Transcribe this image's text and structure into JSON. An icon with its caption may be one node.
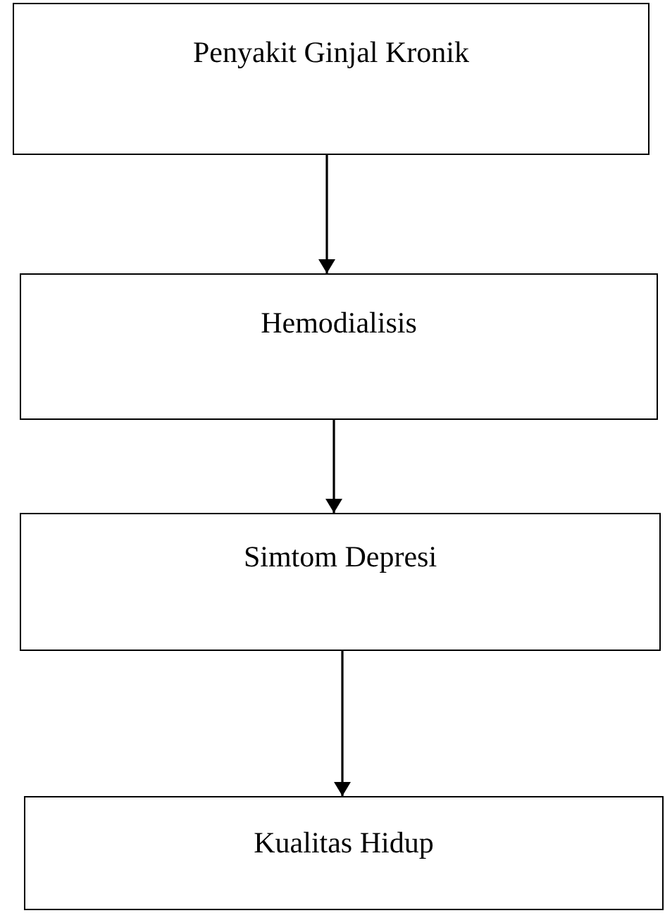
{
  "diagram": {
    "nodes": [
      {
        "text": [
          "Penyakit Ginjal Kronik"
        ]
      },
      {
        "text": [
          "Hemodialisis"
        ]
      },
      {
        "text": [
          "Simtom Depresi"
        ]
      },
      {
        "text": [
          "Kualitas Hidup"
        ]
      }
    ],
    "edges": [
      {
        "from": 0,
        "to": 1,
        "arrow": "to"
      },
      {
        "from": 1,
        "to": 2,
        "arrow": "to"
      },
      {
        "from": 2,
        "to": 3,
        "arrow": "to"
      }
    ]
  }
}
